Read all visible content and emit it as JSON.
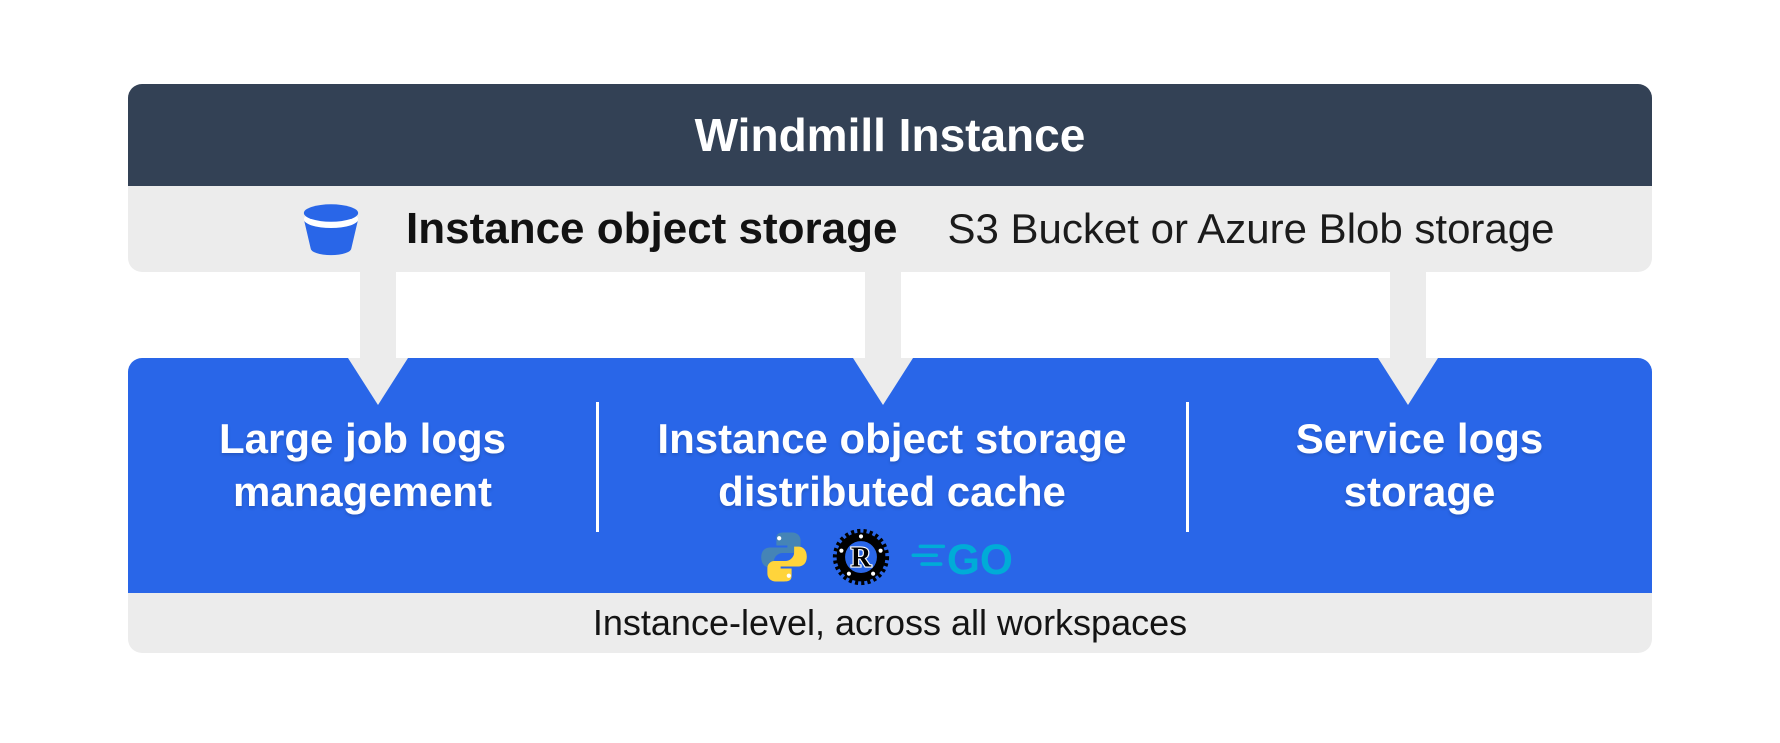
{
  "header": {
    "title": "Windmill Instance"
  },
  "storage_bar": {
    "icon": "bucket-icon",
    "label": "Instance object storage",
    "sublabel": "S3 Bucket or Azure Blob storage"
  },
  "features": {
    "items": [
      {
        "title_line1": "Large job logs",
        "title_line2": "management"
      },
      {
        "title_line1": "Instance object storage",
        "title_line2": "distributed cache",
        "languages": [
          {
            "name": "Python"
          },
          {
            "name": "Rust"
          },
          {
            "name": "Go"
          }
        ]
      },
      {
        "title_line1": "Service logs",
        "title_line2": "storage"
      }
    ]
  },
  "footer": {
    "label": "Instance-level, across all workspaces"
  },
  "icons": {
    "rust_letter": "R",
    "go_text": "GO"
  },
  "colors": {
    "header_bg": "#334155",
    "bar_bg": "#ececec",
    "accent_blue": "#2966e8",
    "text_dark": "#121212",
    "python_blue": "#4584b6",
    "python_yellow": "#ffd43b",
    "rust_black": "#000000",
    "go_teal": "#00acd7"
  }
}
